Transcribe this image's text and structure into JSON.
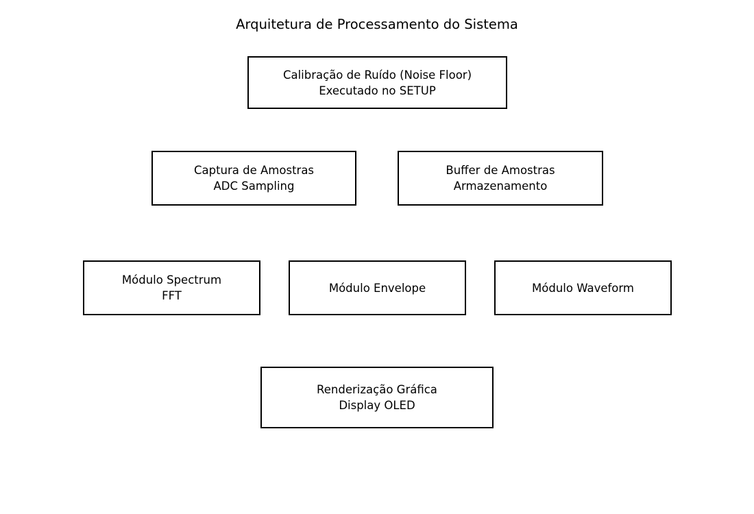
{
  "title": "Arquitetura de Processamento do Sistema",
  "colors": {
    "background": "#ffffff",
    "border": "#000000",
    "text": "#000000"
  },
  "nodes": {
    "calibracao": {
      "line1": "Calibração de Ruído (Noise Floor)",
      "line2": "Executado no SETUP"
    },
    "captura": {
      "line1": "Captura de Amostras",
      "line2": "ADC Sampling"
    },
    "buffer": {
      "line1": "Buffer de Amostras",
      "line2": "Armazenamento"
    },
    "spectrum": {
      "line1": "Módulo Spectrum",
      "line2": "FFT"
    },
    "envelope": {
      "line1": "Módulo Envelope",
      "line2": ""
    },
    "waveform": {
      "line1": "Módulo Waveform",
      "line2": ""
    },
    "render": {
      "line1": "Renderização Gráfica",
      "line2": "Display OLED"
    }
  }
}
